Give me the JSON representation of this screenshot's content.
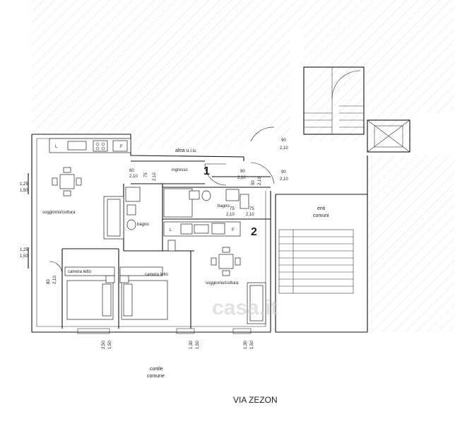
{
  "plan": {
    "rooms": {
      "soggiorno_cottura_1": "soggiorno/cottura",
      "bagno_1": "bagno",
      "camera_letto_1": "camera letto",
      "camera_letto_2": "camera letto",
      "ingresso": "ingresso",
      "bagno_2": "bagno",
      "soggiorno_cottura_2": "soggiorno/cottura",
      "altra_uiu": "altra u.i.u.",
      "enti_comuni_line1": "enti",
      "enti_comuni_line2": "comuni",
      "cortile_line1": "cortile",
      "cortile_line2": "comune"
    },
    "unit_numbers": {
      "unit_1": "1",
      "unit_2": "2"
    },
    "street": "VIA ZEZON",
    "watermark": "casa.it",
    "dimensions": {
      "left_window_1_w": "1,25",
      "left_window_1_h": "1,50",
      "left_window_2_w": "1,25",
      "left_window_2_h": "1,50",
      "door_80_w": "80",
      "door_80_h": "2,10",
      "door_75a_w": "75",
      "door_75a_h": "2,10",
      "door_90a_w": "90",
      "door_90a_h": "2,10",
      "door_90b_w": "90",
      "door_90b_h": "2,10",
      "door_90c_w": "90",
      "door_90c_h": "2,10",
      "door_90d_w": "90",
      "door_90d_h": "2,10",
      "door_75b_w": "75",
      "door_75b_h": "2,10",
      "door_75c_w": "75",
      "door_75c_h": "2,10",
      "door_80b_w": "80",
      "door_80b_h": "2,10",
      "bottom_1_w": "2,50",
      "bottom_1_h": "1,50",
      "bottom_2_w": "1,30",
      "bottom_2_h": "1,50",
      "bottom_3_w": "1,30",
      "bottom_3_h": "1,50"
    },
    "appliance_letters": {
      "k1": "L",
      "f1": "F",
      "k2": "L",
      "f2": "F"
    }
  }
}
